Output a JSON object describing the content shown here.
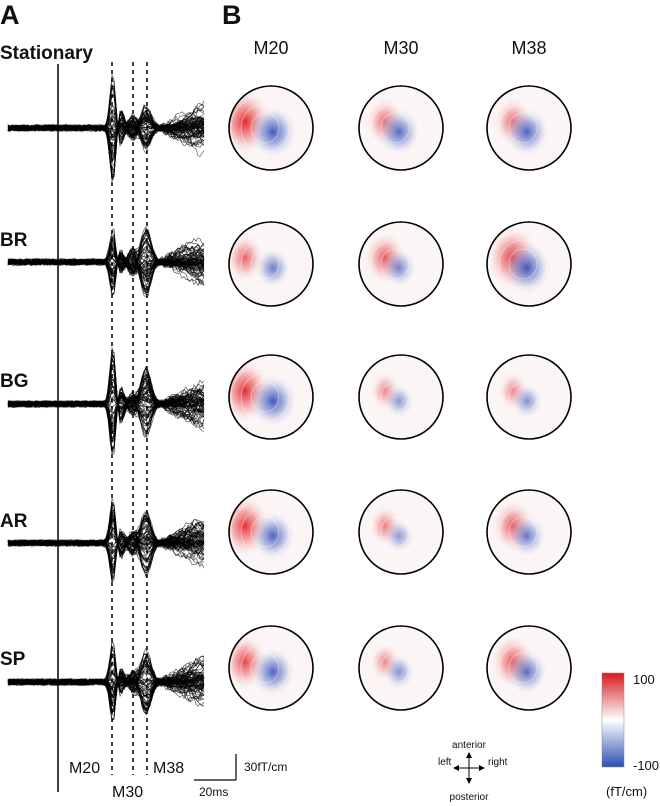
{
  "panels": {
    "a": "A",
    "b": "B"
  },
  "conditions": [
    "Stationary",
    "BR",
    "BG",
    "AR",
    "SP"
  ],
  "map_columns": [
    "M20",
    "M30",
    "M38"
  ],
  "component_labels": {
    "m20": "M20",
    "m30": "M30",
    "m38": "M38"
  },
  "scale_bar": {
    "time": "20ms",
    "amplitude": "30fT/cm"
  },
  "orientation": {
    "anterior": "anterior",
    "posterior": "posterior",
    "left": "left",
    "right": "right"
  },
  "colorbar": {
    "max_label": "100",
    "min_label": "-100",
    "unit": "(fT/cm)",
    "colors": [
      "#d7191c",
      "#ffffff",
      "#2c4fb5"
    ]
  },
  "maps": [
    [
      {
        "pos": 1.0,
        "neg": 0.85
      },
      {
        "pos": 0.55,
        "neg": 0.7
      },
      {
        "pos": 0.55,
        "neg": 0.75
      }
    ],
    [
      {
        "pos": 0.55,
        "neg": 0.5
      },
      {
        "pos": 0.65,
        "neg": 0.45
      },
      {
        "pos": 0.95,
        "neg": 0.85
      }
    ],
    [
      {
        "pos": 0.95,
        "neg": 0.85
      },
      {
        "pos": 0.3,
        "neg": 0.3
      },
      {
        "pos": 0.3,
        "neg": 0.35
      }
    ],
    [
      {
        "pos": 0.9,
        "neg": 0.75
      },
      {
        "pos": 0.35,
        "neg": 0.3
      },
      {
        "pos": 0.65,
        "neg": 0.55
      }
    ],
    [
      {
        "pos": 0.75,
        "neg": 0.75
      },
      {
        "pos": 0.3,
        "neg": 0.35
      },
      {
        "pos": 0.7,
        "neg": 0.65
      }
    ]
  ]
}
